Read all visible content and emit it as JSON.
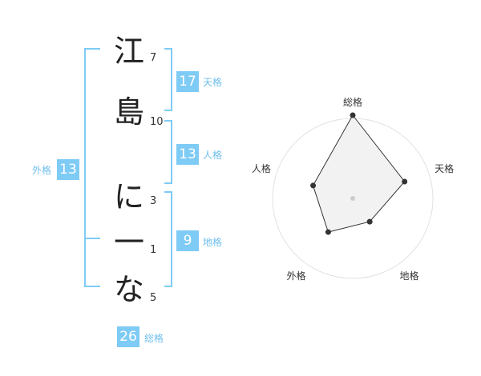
{
  "name_chars": [
    "江",
    "島",
    "に",
    "一",
    "な"
  ],
  "strokes": [
    "7",
    "10",
    "3",
    "1",
    "5"
  ],
  "kaku": {
    "tenkaku": {
      "value": "17",
      "label": "天格"
    },
    "jinkaku": {
      "value": "13",
      "label": "人格"
    },
    "chikaku": {
      "value": "9",
      "label": "地格"
    },
    "gaikaku": {
      "value": "13",
      "label": "外格"
    },
    "soukaku": {
      "value": "26",
      "label": "総格"
    }
  },
  "colors": {
    "accent": "#7ecbf5",
    "accent_text": "#6fbfee"
  },
  "chart_data": {
    "type": "radar",
    "axes": [
      "総格",
      "天格",
      "地格",
      "外格",
      "人格"
    ],
    "values": [
      26,
      17,
      9,
      13,
      13
    ],
    "rmax": 25,
    "rings": 4,
    "grid": true
  }
}
